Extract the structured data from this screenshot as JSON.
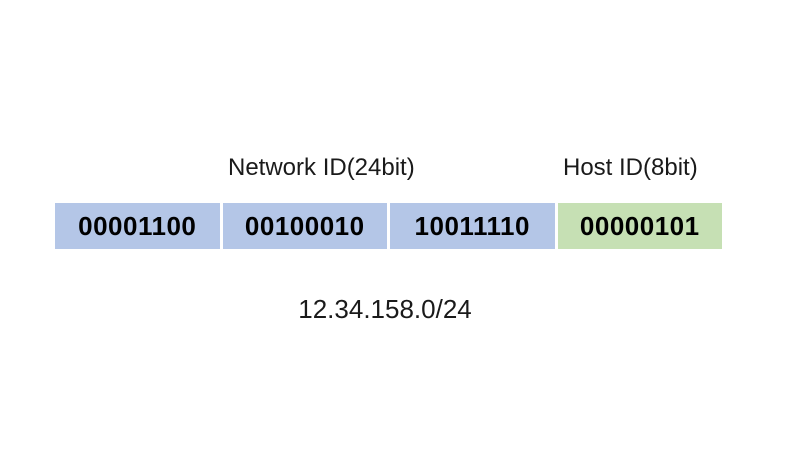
{
  "diagram": {
    "network_label": "Network ID(24bit)",
    "host_label": "Host ID(8bit)",
    "octets": [
      {
        "bits": "00001100",
        "role": "network"
      },
      {
        "bits": "00100010",
        "role": "network"
      },
      {
        "bits": "10011110",
        "role": "network"
      },
      {
        "bits": "00000101",
        "role": "host"
      }
    ],
    "cidr": "12.34.158.0/24",
    "colors": {
      "network": "#b4c6e7",
      "host": "#c6e0b4",
      "text": "#000000",
      "background": "#ffffff"
    }
  }
}
